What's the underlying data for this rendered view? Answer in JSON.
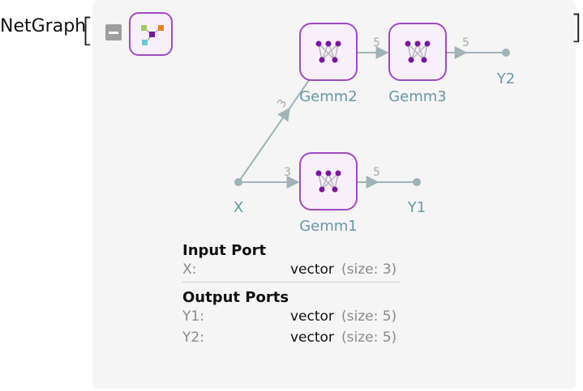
{
  "head": "NetGraph",
  "brackets": {
    "open": "[",
    "close": "]"
  },
  "colors": {
    "accent": "#9b3db8",
    "node_fill": "#f7f0fb",
    "node_label": "#6a97a6",
    "edge": "#9fb3b8",
    "dot": "#7a16a0"
  },
  "icons": {
    "collapse": "minus-icon",
    "net": "network-graph-icon",
    "layer": "neural-layer-icon"
  },
  "graph": {
    "nodes": [
      {
        "id": "gemm2",
        "label": "Gemm2"
      },
      {
        "id": "gemm3",
        "label": "Gemm3"
      },
      {
        "id": "gemm1",
        "label": "Gemm1"
      }
    ],
    "ports": [
      {
        "id": "x",
        "label": "X"
      },
      {
        "id": "y1",
        "label": "Y1"
      },
      {
        "id": "y2",
        "label": "Y2"
      }
    ],
    "edges": [
      {
        "from": "X",
        "to": "Gemm2",
        "size": "3"
      },
      {
        "from": "X",
        "to": "Gemm1",
        "size": "3"
      },
      {
        "from": "Gemm2",
        "to": "Gemm3",
        "size": "5"
      },
      {
        "from": "Gemm3",
        "to": "Y2",
        "size": "5"
      },
      {
        "from": "Gemm1",
        "to": "Y1",
        "size": "5"
      }
    ]
  },
  "input_section": {
    "title": "Input Port",
    "rows": [
      {
        "name": "X:",
        "type": "vector",
        "size": "(size: 3)"
      }
    ]
  },
  "output_section": {
    "title": "Output Ports",
    "rows": [
      {
        "name": "Y1:",
        "type": "vector",
        "size": "(size: 5)"
      },
      {
        "name": "Y2:",
        "type": "vector",
        "size": "(size: 5)"
      }
    ]
  }
}
